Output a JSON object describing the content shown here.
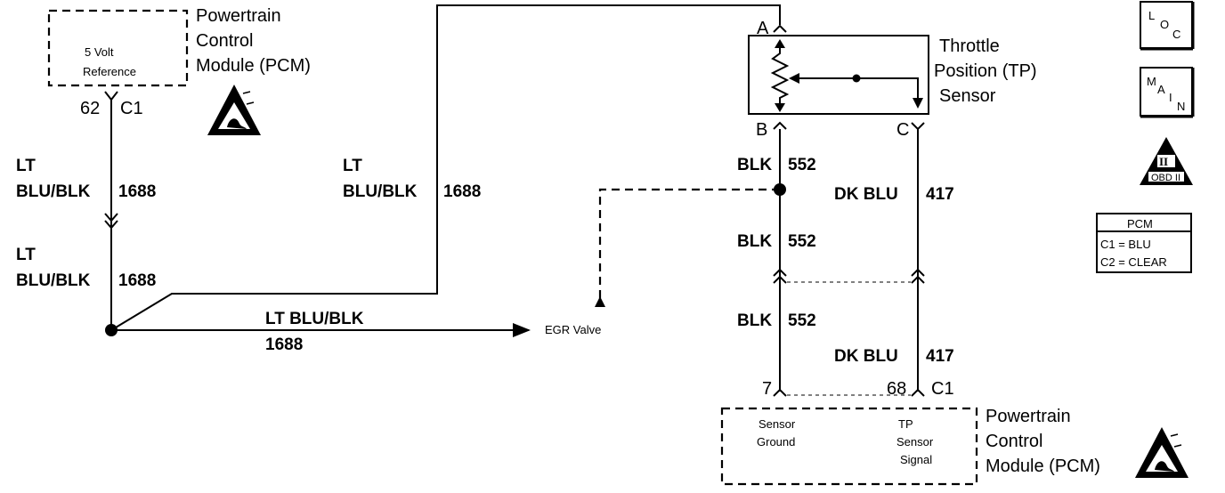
{
  "pcm_top": {
    "title_lines": [
      "Powertrain",
      "Control",
      "Module (PCM)"
    ],
    "inner_lines": [
      "5 Volt",
      "Reference"
    ],
    "pin": "62",
    "connector": "C1"
  },
  "wire_left_upper": {
    "color_lines": [
      "LT",
      "BLU/BLK"
    ],
    "circuit": "1688"
  },
  "wire_left_lower": {
    "color_lines": [
      "LT",
      "BLU/BLK"
    ],
    "circuit": "1688"
  },
  "wire_mid": {
    "color_lines": [
      "LT",
      "BLU/BLK"
    ],
    "circuit": "1688"
  },
  "wire_horizontal": {
    "color": "LT BLU/BLK",
    "circuit": "1688",
    "destination": "EGR Valve"
  },
  "tp_sensor": {
    "title_lines": [
      "Throttle",
      "Position (TP)",
      "Sensor"
    ],
    "pin_a": "A",
    "pin_b": "B",
    "pin_c": "C"
  },
  "wire_blk_1": {
    "color": "BLK",
    "circuit": "552"
  },
  "wire_blk_2": {
    "color": "BLK",
    "circuit": "552"
  },
  "wire_blk_3": {
    "color": "BLK",
    "circuit": "552"
  },
  "wire_dkblu_1": {
    "color": "DK BLU",
    "circuit": "417"
  },
  "wire_dkblu_2": {
    "color": "DK BLU",
    "circuit": "417"
  },
  "pcm_bottom": {
    "title_lines": [
      "Powertrain",
      "Control",
      "Module (PCM)"
    ],
    "pin_7": "7",
    "pin_68": "68",
    "connector": "C1",
    "left_label_lines": [
      "Sensor",
      "Ground"
    ],
    "right_label_lines": [
      "TP",
      "Sensor",
      "Signal"
    ]
  },
  "legend": {
    "loc_letters": [
      "L",
      "O",
      "C"
    ],
    "main_letters": [
      "M",
      "A",
      "I",
      "N"
    ],
    "obd_roman": "II",
    "obd_text": "OBD II",
    "pcm_title": "PCM",
    "pcm_lines": [
      "C1 = BLU",
      "C2 = CLEAR"
    ]
  },
  "icons": {
    "esd_top": "esd-warning-icon",
    "esd_bottom": "esd-warning-icon",
    "obd": "obd-ii-triangle-icon"
  }
}
